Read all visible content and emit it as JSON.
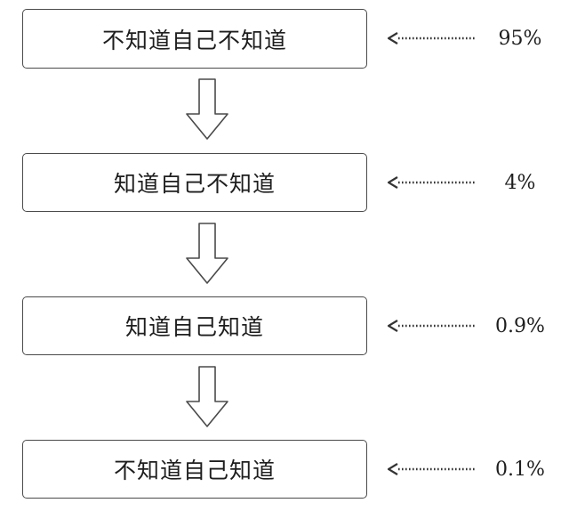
{
  "steps": [
    {
      "label": "不知道自己不知道",
      "percent": "95%"
    },
    {
      "label": "知道自己不知道",
      "percent": "4%"
    },
    {
      "label": "知道自己知道",
      "percent": "0.9%"
    },
    {
      "label": "不知道自己知道",
      "percent": "0.1%"
    }
  ],
  "colors": {
    "stroke": "#4a4a4a",
    "text": "#1e1e1e",
    "background": "#ffffff"
  },
  "icons": {
    "down": "hollow-down-arrow-icon",
    "pointer": "dotted-left-arrow-icon"
  }
}
